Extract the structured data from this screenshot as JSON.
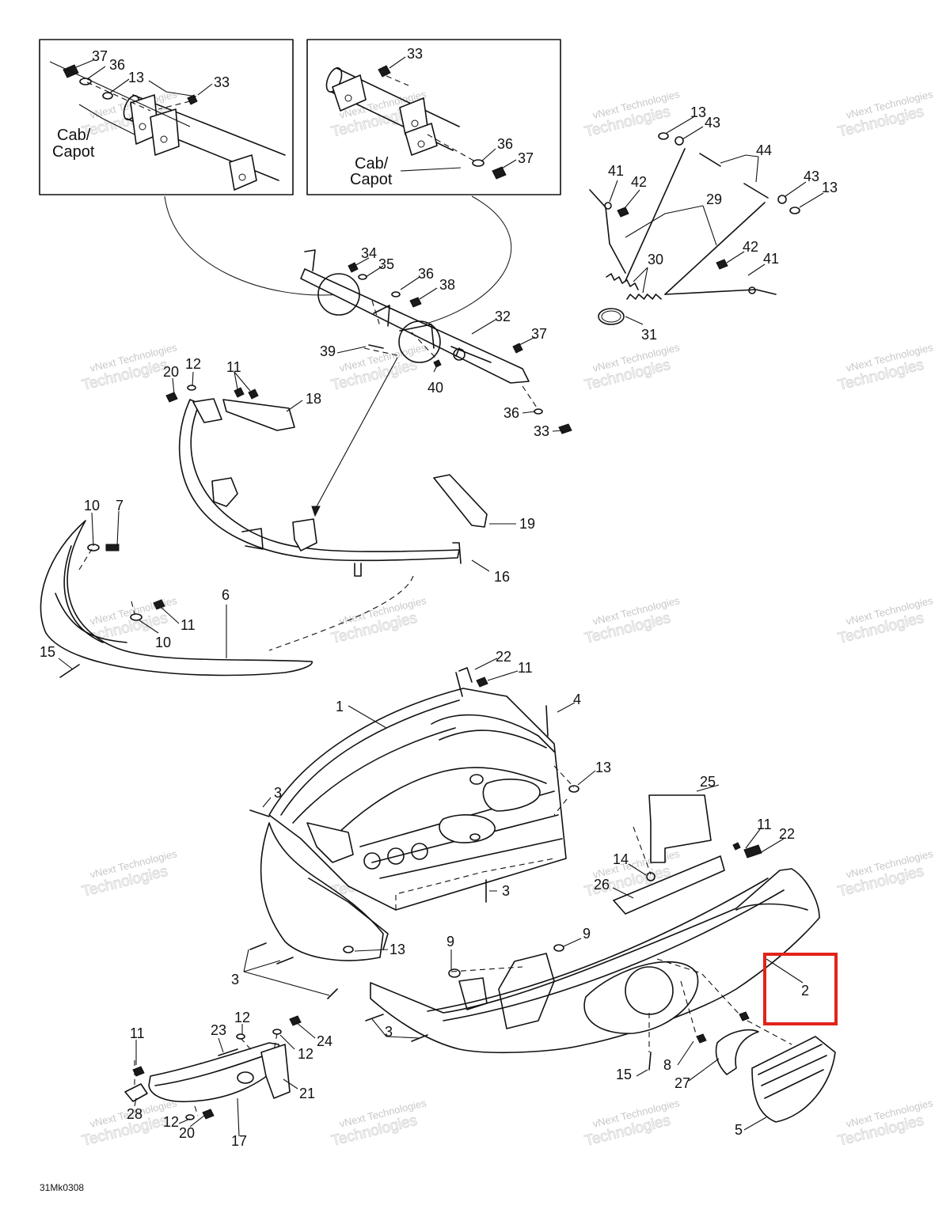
{
  "figure_code": "31Mk0308",
  "watermark": {
    "line1": "vNext Technologies",
    "line2": "Technologies"
  },
  "inset_labels": {
    "left": [
      "Cab/",
      "Capot"
    ],
    "right": [
      "Cab/",
      "Capot"
    ]
  },
  "callouts": {
    "c37a": "37",
    "c36a": "36",
    "c13a": "13",
    "c33a": "33",
    "c33b": "33",
    "c36b": "36",
    "c37b": "37",
    "c13c": "13",
    "c43a": "43",
    "c44": "44",
    "c41a": "41",
    "c42a": "42",
    "c29": "29",
    "c43b": "43",
    "c13d": "13",
    "c42b": "42",
    "c41b": "41",
    "c30": "30",
    "c31": "31",
    "c34": "34",
    "c35": "35",
    "c36c": "36",
    "c38": "38",
    "c32": "32",
    "c39": "39",
    "c40": "40",
    "c37c": "37",
    "c36d": "36",
    "c33c": "33",
    "c20a": "20",
    "c12a": "12",
    "c11a": "11",
    "c18": "18",
    "c10a": "10",
    "c7": "7",
    "c19": "19",
    "c16": "16",
    "c6": "6",
    "c11b": "11",
    "c10b": "10",
    "c15a": "15",
    "c22a": "22",
    "c11c": "11",
    "c1": "1",
    "c4": "4",
    "c13e": "13",
    "c25": "25",
    "c3a": "3",
    "c11d": "11",
    "c22b": "22",
    "c14": "14",
    "c26": "26",
    "c3b": "3",
    "c13f": "13",
    "c9a": "9",
    "c9b": "9",
    "c3c": "3",
    "c2": "2",
    "c3d": "3",
    "c11e": "11",
    "c23": "23",
    "c12b": "12",
    "c24": "24",
    "c12c": "12",
    "c21": "21",
    "c28": "28",
    "c12d": "12",
    "c20b": "20",
    "c17": "17",
    "c8": "8",
    "c15b": "15",
    "c27": "27",
    "c5": "5"
  },
  "highlighted_callout": "2",
  "colors": {
    "line": "#111111",
    "highlight": "#e2231a",
    "watermark": "#9a9a9a"
  }
}
